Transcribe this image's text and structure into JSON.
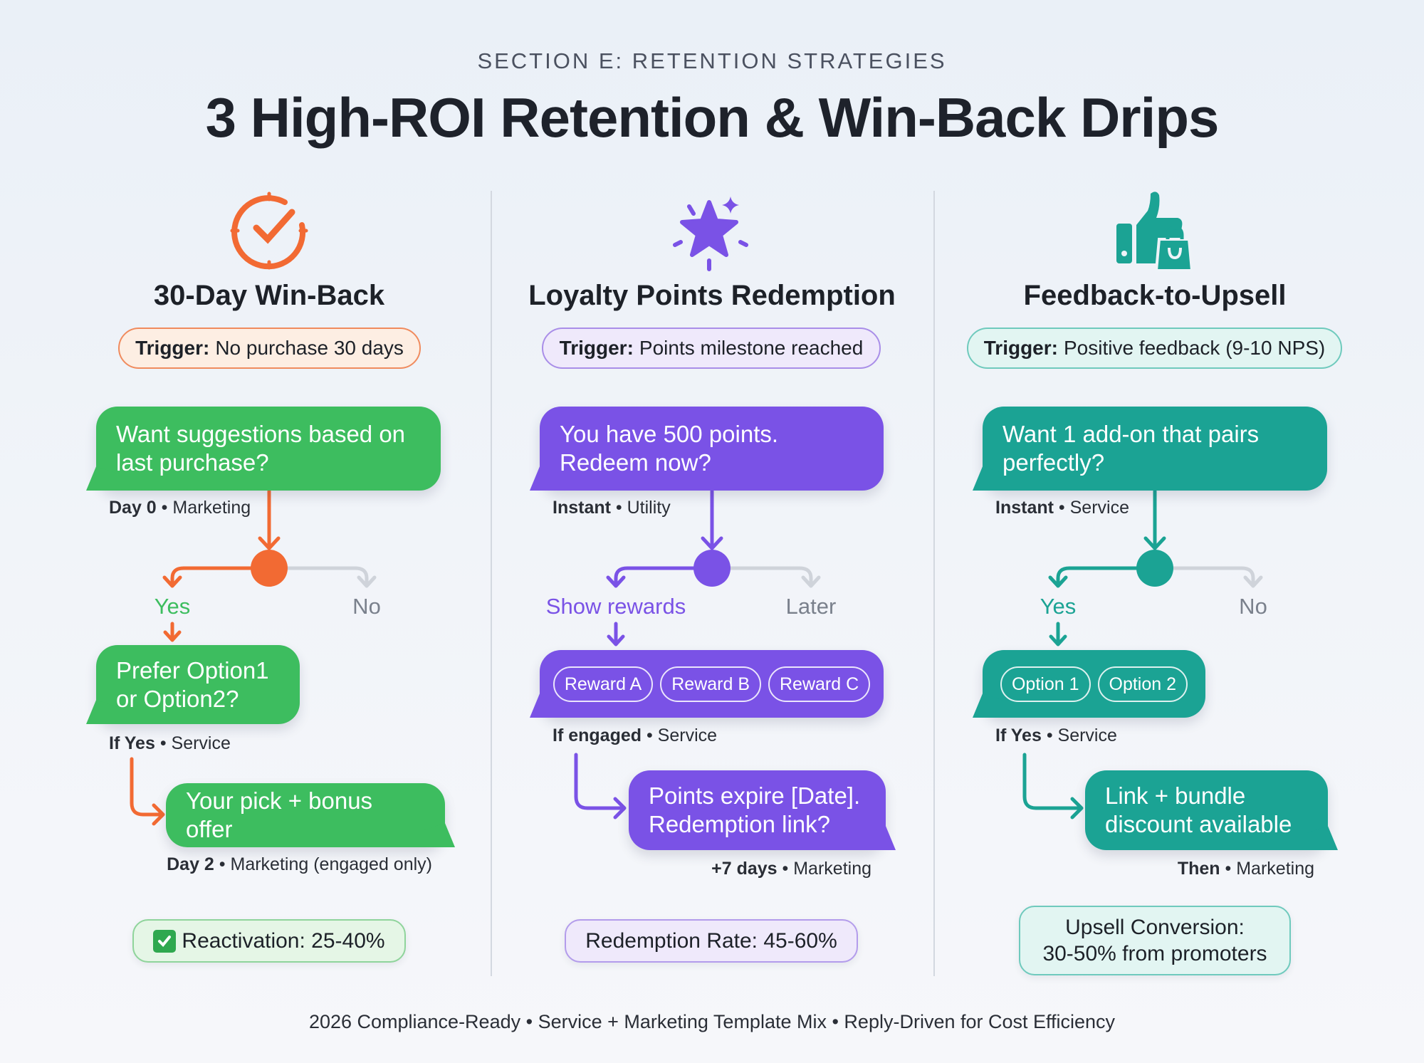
{
  "header": {
    "section": "SECTION E: RETENTION STRATEGIES",
    "title": "3 High-ROI Retention & Win-Back Drips"
  },
  "colors": {
    "orange": "#f26a33",
    "green": "#3dbd5f",
    "purple": "#7a52e6",
    "teal": "#1ba394",
    "inactive": "#cfd3da"
  },
  "columns": [
    {
      "icon": "clock-check-icon",
      "title": "30-Day Win-Back",
      "trigger_label": "Trigger:",
      "trigger_value": "No purchase 30 days",
      "step1": {
        "text": "Want suggestions based on last purchase?",
        "timing": "Day 0",
        "type": "Marketing"
      },
      "branch_yes": "Yes",
      "branch_no": "No",
      "step2": {
        "text": "Prefer Option1 or Option2?",
        "timing": "If Yes",
        "type": "Service"
      },
      "step3": {
        "text": "Your pick + bonus offer",
        "timing": "Day 2",
        "type": "Marketing (engaged only)"
      },
      "result": "Reactivation: 25-40%"
    },
    {
      "icon": "star-sparkle-icon",
      "title": "Loyalty Points Redemption",
      "trigger_label": "Trigger:",
      "trigger_value": "Points milestone reached",
      "step1": {
        "text": "You have 500 points. Redeem now?",
        "timing": "Instant",
        "type": "Utility"
      },
      "branch_yes": "Show rewards",
      "branch_no": "Later",
      "step2": {
        "options": [
          "Reward A",
          "Reward B",
          "Reward C"
        ],
        "timing": "If engaged",
        "type": "Service"
      },
      "step3": {
        "text": "Points expire [Date]. Redemption link?",
        "timing": "+7 days",
        "type": "Marketing"
      },
      "result": "Redemption Rate: 45-60%"
    },
    {
      "icon": "thumbs-up-bag-icon",
      "title": "Feedback-to-Upsell",
      "trigger_label": "Trigger:",
      "trigger_value": "Positive feedback (9-10 NPS)",
      "step1": {
        "text": "Want 1 add-on that pairs perfectly?",
        "timing": "Instant",
        "type": "Service"
      },
      "branch_yes": "Yes",
      "branch_no": "No",
      "step2": {
        "options": [
          "Option 1",
          "Option 2"
        ],
        "timing": "If Yes",
        "type": "Service"
      },
      "step3": {
        "text": "Link + bundle discount available",
        "timing": "Then",
        "type": "Marketing"
      },
      "result_line1": "Upsell Conversion:",
      "result_line2": "30-50% from promoters"
    }
  ],
  "footer": "2026 Compliance-Ready • Service + Marketing Template Mix • Reply-Driven for Cost Efficiency"
}
